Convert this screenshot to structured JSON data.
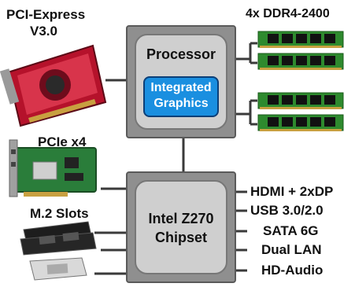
{
  "labels": {
    "pcie_gpu_line1": "PCI-Express",
    "pcie_gpu_line2": "V3.0",
    "pcie_x4": "PCIe x4",
    "m2_slots": "M.2 Slots",
    "memory": "4x DDR4-2400",
    "processor": "Processor",
    "igfx_line1": "Integrated",
    "igfx_line2": "Graphics",
    "chipset_line1": "Intel Z270",
    "chipset_line2": "Chipset",
    "io": [
      "HDMI + 2xDP",
      "USB 3.0/2.0",
      "SATA 6G",
      "Dual LAN",
      "HD-Audio"
    ]
  },
  "colors": {
    "chip_outer": "#8f8f8f",
    "chip_inner": "#cfcfcf",
    "igfx": "#1a8fe0",
    "dimm_green": "#2e8a2e",
    "gpu_red": "#b5122b"
  }
}
